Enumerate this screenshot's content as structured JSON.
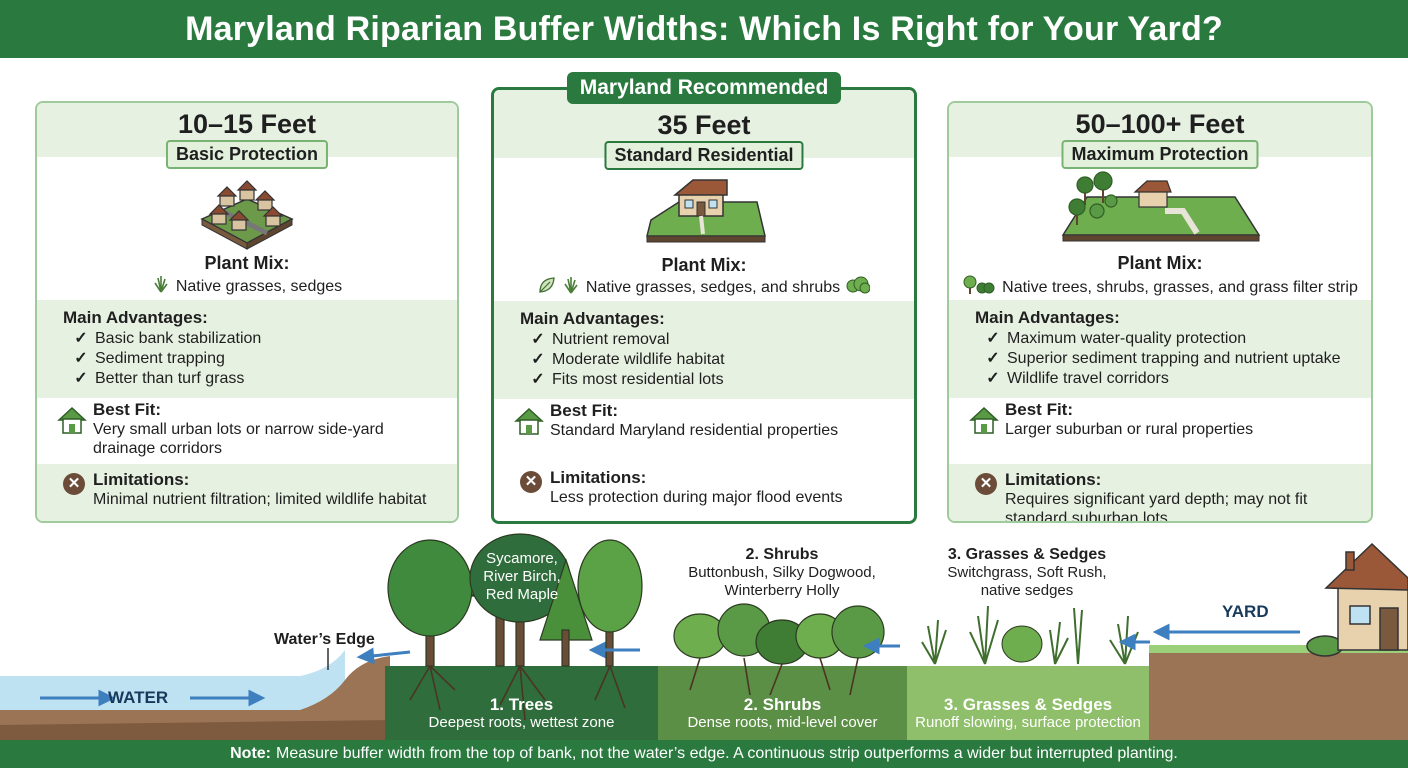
{
  "title": "Maryland Riparian Buffer Widths: Which Is Right for Your Yard?",
  "recommended_badge": "Maryland Recommended",
  "cards": [
    {
      "width": "10–15 Feet",
      "tier": "Basic Protection",
      "plant_mix_heading": "Plant Mix:",
      "plant_mix": "Native grasses, sedges",
      "advantages_heading": "Main Advantages:",
      "advantages": [
        "Basic bank stabilization",
        "Sediment trapping",
        "Better than turf grass"
      ],
      "best_fit_heading": "Best Fit:",
      "best_fit": "Very small urban lots or narrow side-yard drainage corridors",
      "limitations_heading": "Limitations:",
      "limitations": "Minimal nutrient filtration; limited wildlife habitat",
      "icon": "neighborhood-icon"
    },
    {
      "width": "35 Feet",
      "tier": "Standard Residential",
      "plant_mix_heading": "Plant Mix:",
      "plant_mix": "Native grasses, sedges, and shrubs",
      "advantages_heading": "Main Advantages:",
      "advantages": [
        "Nutrient removal",
        "Moderate wildlife habitat",
        "Fits most residential lots"
      ],
      "best_fit_heading": "Best Fit:",
      "best_fit": "Standard Maryland residential properties",
      "limitations_heading": "Limitations:",
      "limitations": "Less protection during major flood events",
      "icon": "house-lawn-icon"
    },
    {
      "width": "50–100+ Feet",
      "tier": "Maximum Protection",
      "plant_mix_heading": "Plant Mix:",
      "plant_mix": "Native trees, shrubs, grasses, and grass filter strip",
      "advantages_heading": "Main Advantages:",
      "advantages": [
        "Maximum water-quality protection",
        "Superior sediment trapping and nutrient uptake",
        "Wildlife travel corridors"
      ],
      "best_fit_heading": "Best Fit:",
      "best_fit": "Larger suburban or rural properties",
      "limitations_heading": "Limitations:",
      "limitations": "Requires significant yard depth; may not fit standard suburban lots",
      "icon": "rural-property-icon"
    }
  ],
  "check_mark": "✓",
  "x_mark": "✕",
  "scene": {
    "water_label": "WATER",
    "waters_edge_label": "Water’s Edge",
    "yard_label": "YARD",
    "tree_species": [
      "Sycamore,",
      "River Birch,",
      "Red Maple"
    ],
    "shrub_heading": "2. Shrubs",
    "shrub_species": [
      "Buttonbush, Silky Dogwood,",
      "Winterberry Holly"
    ],
    "grass_heading": "3. Grasses & Sedges",
    "grass_species": [
      "Switchgrass, Soft Rush,",
      "native sedges"
    ],
    "zones": [
      {
        "title": "1. Trees",
        "desc": "Deepest roots, wettest zone"
      },
      {
        "title": "2. Shrubs",
        "desc": "Dense roots, mid-level cover"
      },
      {
        "title": "3. Grasses & Sedges",
        "desc": "Runoff slowing, surface protection"
      }
    ]
  },
  "note": {
    "label": "Note:",
    "text": "Measure buffer width from the top of bank, not the water’s edge. A continuous strip outperforms a wider but interrupted planting."
  },
  "colors": {
    "brand_green": "#2a7a3f",
    "light_green": "#e7f1e2",
    "card_border": "#9fcb9c",
    "tree_zone": "#2f6e3c",
    "shrub_zone": "#5b8f45",
    "grass_zone": "#8fbf6a",
    "water": "#bfe2f2",
    "soil": "#9b7355"
  }
}
